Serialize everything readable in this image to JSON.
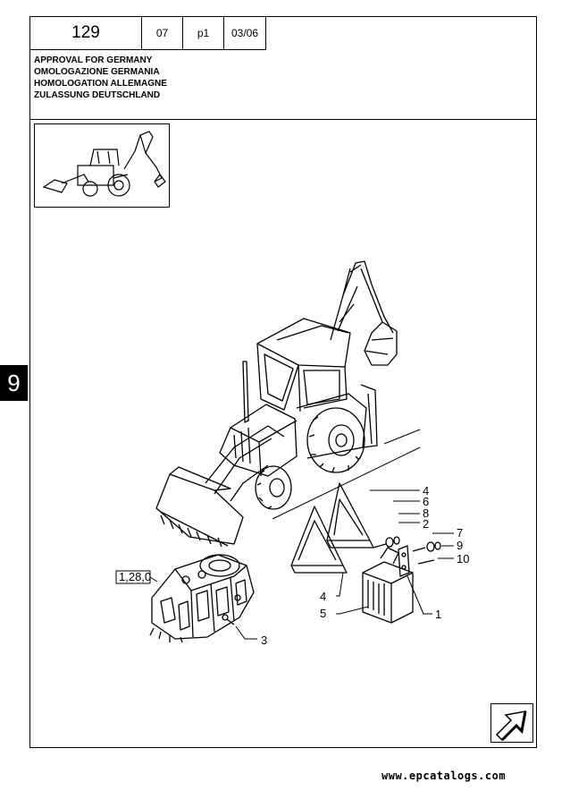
{
  "header": {
    "page_number": "129",
    "code": "07",
    "part": "p1",
    "date": "03/06"
  },
  "titles": [
    "APPROVAL FOR GERMANY",
    "OMOLOGAZIONE GERMANIA",
    "HOMOLOGATION ALLEMAGNE",
    "ZULASSUNG DEUTSCHLAND"
  ],
  "section_tab": "9",
  "reference_box": "1,28,0",
  "callouts": {
    "c1": "1",
    "c2": "2",
    "c3": "3",
    "c4a": "4",
    "c4b": "4",
    "c5": "5",
    "c6": "6",
    "c7": "7",
    "c8": "8",
    "c9": "9",
    "c10": "10"
  },
  "footer": {
    "url": "www.epcatalogs.com"
  },
  "icons": {
    "thumbnail": "backhoe-loader-thumbnail-icon",
    "nav": "next-page-arrow-icon"
  }
}
